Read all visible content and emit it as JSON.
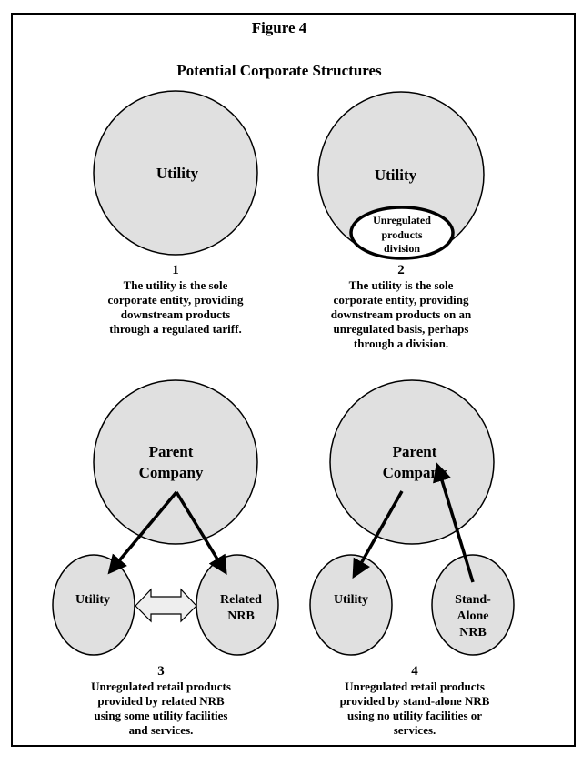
{
  "figure": {
    "number_label": "Figure 4",
    "title": "Potential Corporate Structures",
    "fill_color": "#e0e0e0",
    "panels": [
      {
        "number": "1",
        "circle_label": "Utility",
        "caption": [
          "The utility is the sole",
          "corporate entity, providing",
          "downstream products",
          "through a regulated tariff."
        ]
      },
      {
        "number": "2",
        "circle_label": "Utility",
        "division_label": [
          "Unregulated",
          "products",
          "division"
        ],
        "caption": [
          "The utility is the sole",
          "corporate entity, providing",
          "downstream products on an",
          "unregulated basis, perhaps",
          "through a division."
        ]
      },
      {
        "number": "3",
        "parent_label": [
          "Parent",
          "Company"
        ],
        "left_label": [
          "Utility"
        ],
        "right_label": [
          "Related",
          "NRB"
        ],
        "caption": [
          "Unregulated retail products",
          "provided by related NRB",
          "using some utility facilities",
          "and services."
        ]
      },
      {
        "number": "4",
        "parent_label": [
          "Parent",
          "Company"
        ],
        "left_label": [
          "Utility"
        ],
        "right_label": [
          "Stand-",
          "Alone",
          "NRB"
        ],
        "caption": [
          "Unregulated retail products",
          "provided by stand-alone NRB",
          "using no utility facilities or",
          "services."
        ]
      }
    ]
  }
}
